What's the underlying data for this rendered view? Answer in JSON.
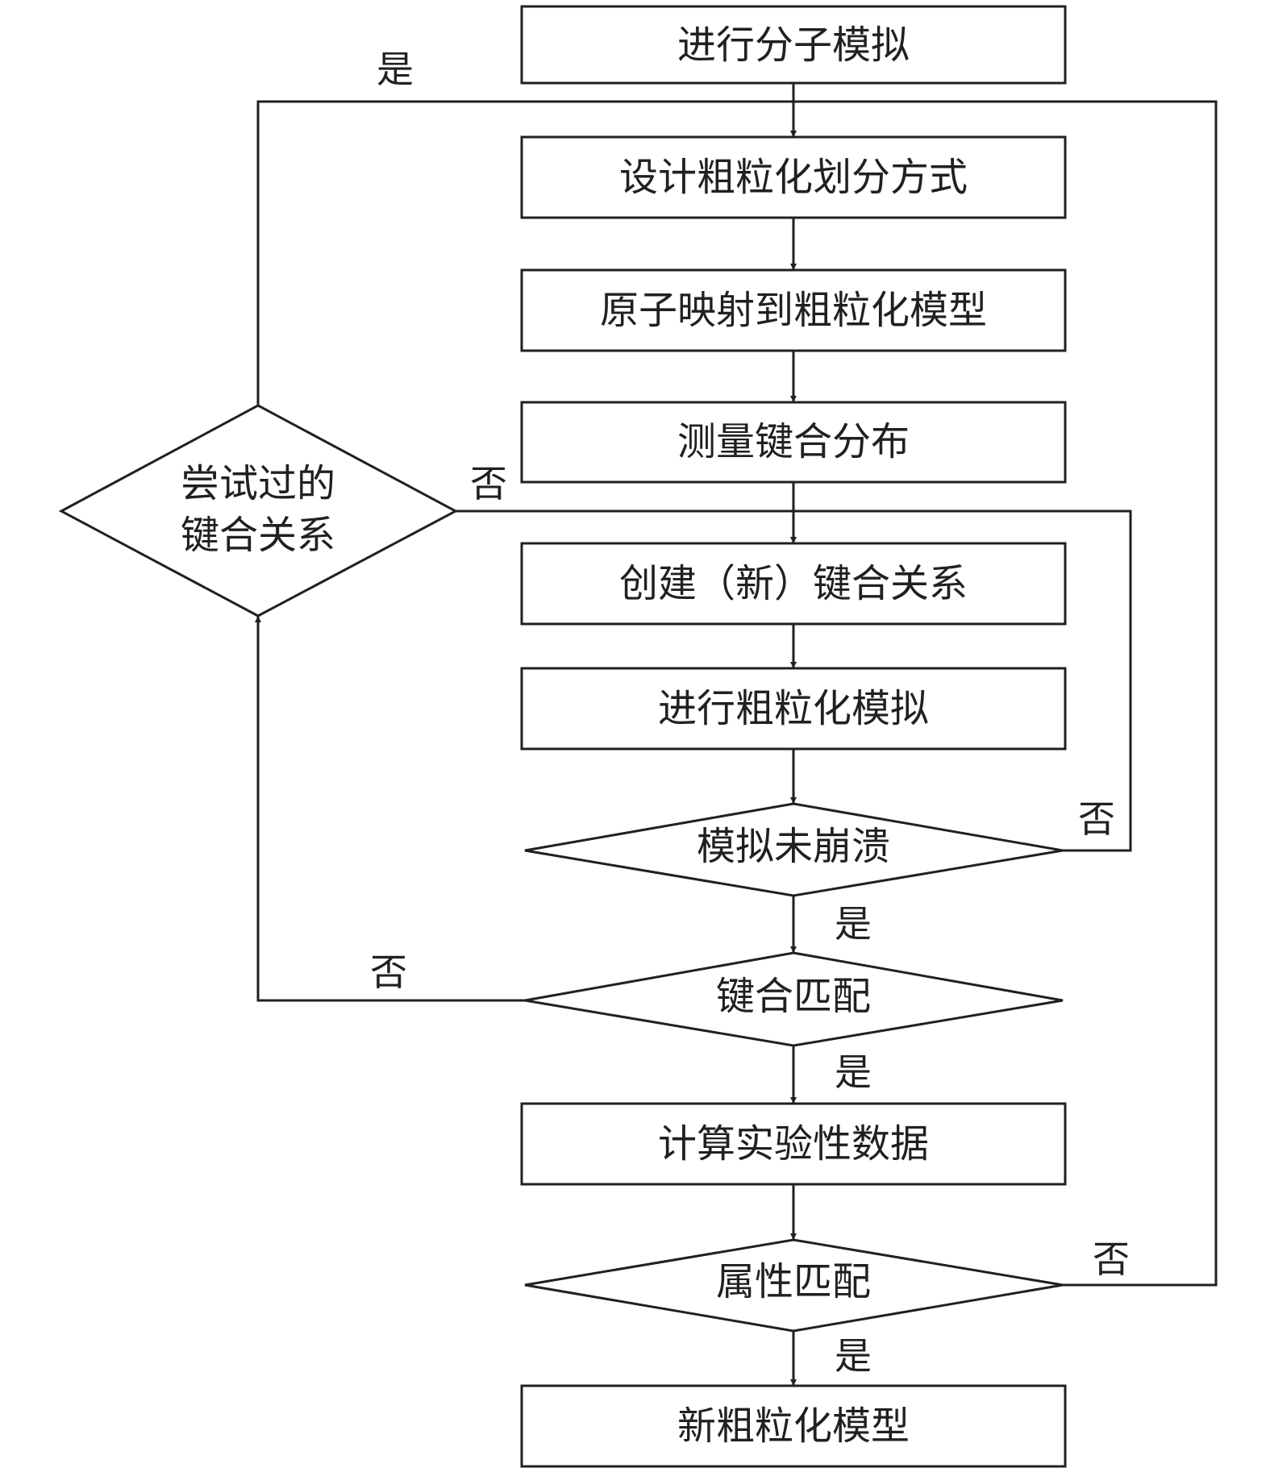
{
  "diagram": {
    "nodes": {
      "start": "进行分子模拟",
      "design": "设计粗粒化划分方式",
      "mapping": "原子映射到粗粒化模型",
      "measure": "测量键合分布",
      "create": "创建（新）键合关系",
      "cg_sim": "进行粗粒化模拟",
      "no_crash": "模拟未崩溃",
      "bond_match": "键合匹配",
      "compute": "计算实验性数据",
      "prop_match": "属性匹配",
      "result": "新粗粒化模型",
      "tried_line1": "尝试过的",
      "tried_line2": "键合关系"
    },
    "edge_labels": {
      "tried_yes": "是",
      "tried_no": "否",
      "no_crash_no": "否",
      "no_crash_yes": "是",
      "bond_match_no": "否",
      "bond_match_yes": "是",
      "prop_match_no": "否",
      "prop_match_yes": "是"
    },
    "colors": {
      "line": "#231f20",
      "fill": "#ffffff"
    }
  }
}
